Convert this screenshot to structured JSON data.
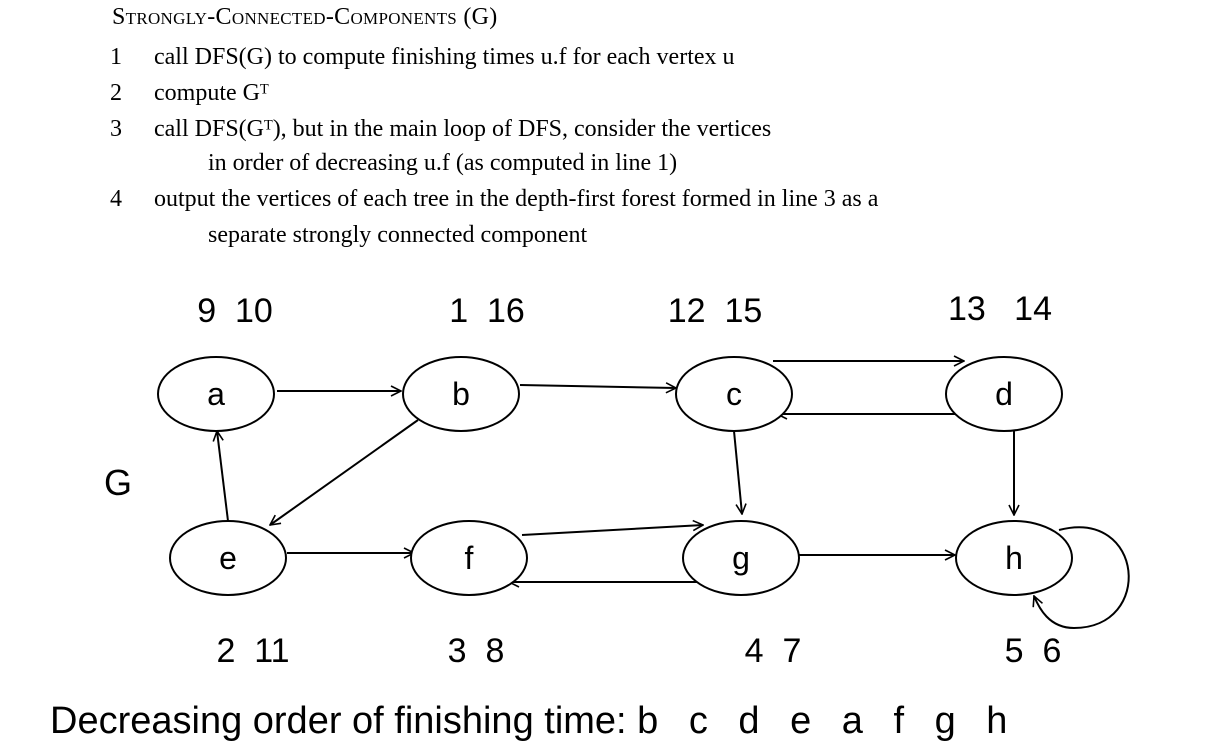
{
  "algorithm": {
    "title": "Strongly-Connected-Components (G)",
    "lines": [
      {
        "num": "1",
        "text": "call DFS(G) to compute finishing times u.f for each vertex u",
        "cont": ""
      },
      {
        "num": "2",
        "text": "compute Gᵀ",
        "cont": ""
      },
      {
        "num": "3",
        "text": "call DFS(Gᵀ), but in the main loop of DFS, consider the vertices",
        "cont": "in order of decreasing u.f (as computed in line 1)"
      },
      {
        "num": "4",
        "text": "output the vertices of each tree in the depth-first forest formed in line 3 as a",
        "cont": "separate strongly connected component"
      }
    ]
  },
  "graph": {
    "name": "G",
    "nodes": [
      {
        "id": "a",
        "label": "a",
        "times": "9  10"
      },
      {
        "id": "b",
        "label": "b",
        "times": "1  16"
      },
      {
        "id": "c",
        "label": "c",
        "times": "12  15"
      },
      {
        "id": "d",
        "label": "d",
        "times": "13   14"
      },
      {
        "id": "e",
        "label": "e",
        "times": "2  11"
      },
      {
        "id": "f",
        "label": "f",
        "times": "3  8"
      },
      {
        "id": "g",
        "label": "g",
        "times": "4  7"
      },
      {
        "id": "h",
        "label": "h",
        "times": "5  6"
      }
    ],
    "edges": [
      [
        "a",
        "b"
      ],
      [
        "b",
        "c"
      ],
      [
        "c",
        "d"
      ],
      [
        "d",
        "c"
      ],
      [
        "b",
        "e"
      ],
      [
        "e",
        "a"
      ],
      [
        "c",
        "g"
      ],
      [
        "d",
        "h"
      ],
      [
        "e",
        "f"
      ],
      [
        "f",
        "g"
      ],
      [
        "g",
        "f"
      ],
      [
        "g",
        "h"
      ],
      [
        "h",
        "h"
      ]
    ]
  },
  "order": {
    "label": "Decreasing order of finishing time:",
    "sequence": "b c d e a f g h"
  }
}
